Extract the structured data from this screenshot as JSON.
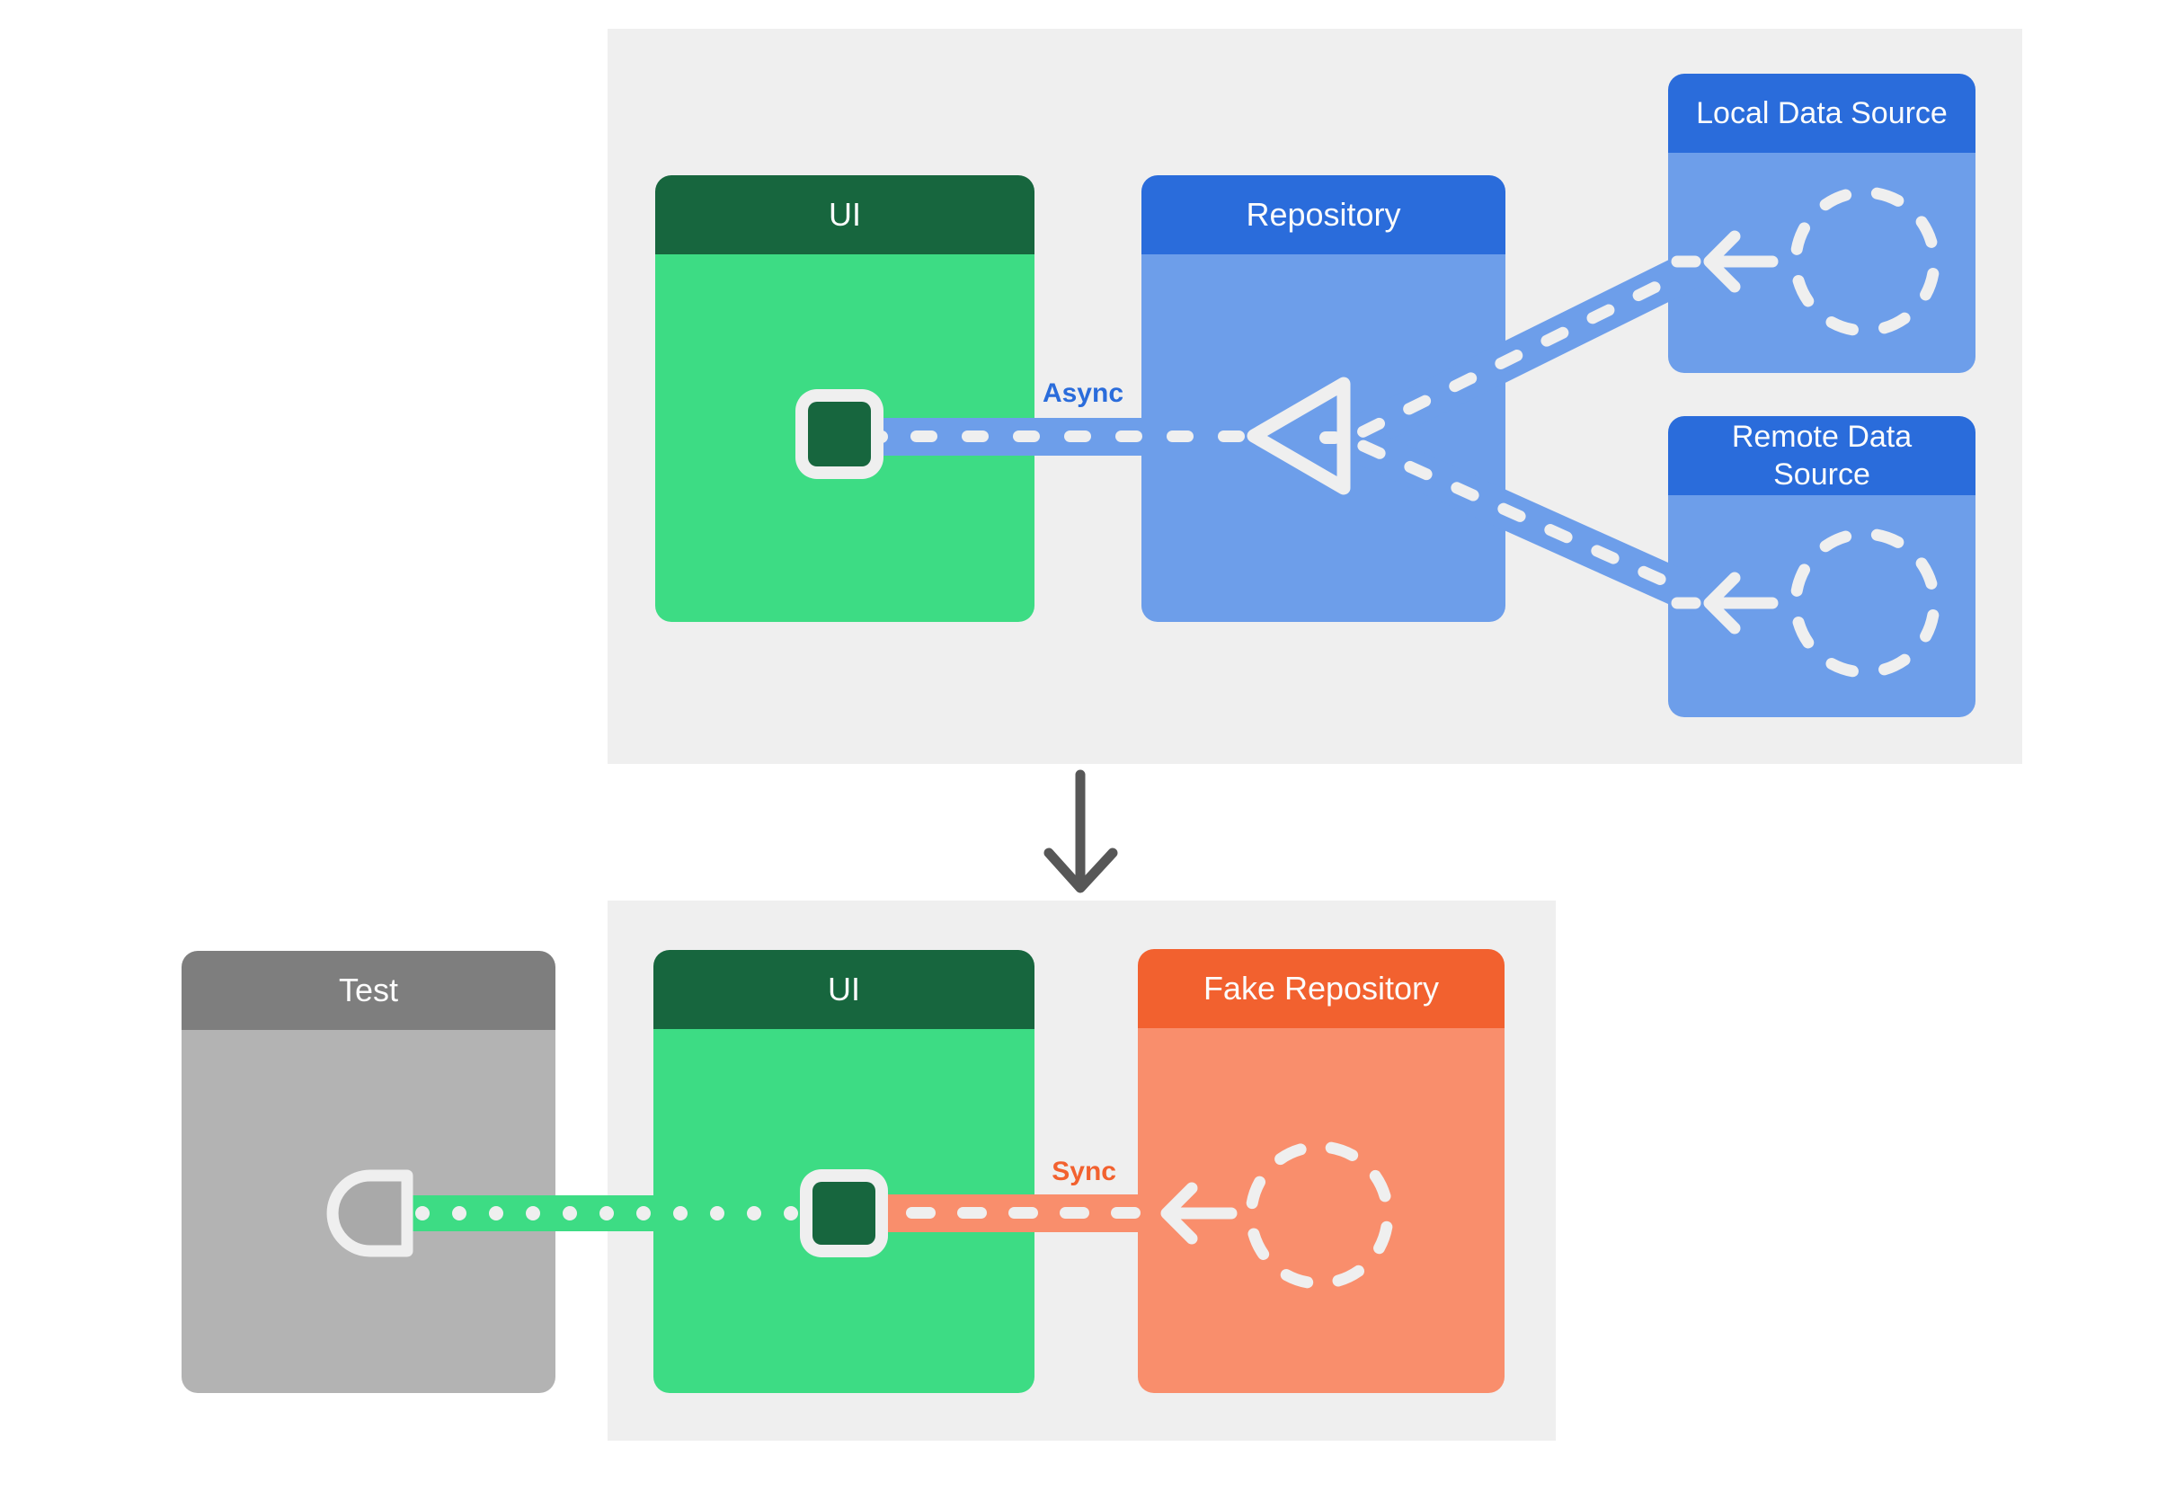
{
  "title": "Repository testing with fake repository diagram",
  "colors": {
    "green-header": "#17663E",
    "green-body": "#3DDC84",
    "blue-header": "#2A6CDB",
    "blue-body": "#6D9EEA",
    "gray-header": "#7E7E7E",
    "gray-body": "#B3B3B3",
    "socket-inner": "#A9A9A9",
    "orange-header": "#F2612F",
    "orange-body": "#F98E6C",
    "panel": "#EFEFEF",
    "offwhite": "#EFEFEF",
    "text-white": "#FCFCFC",
    "arrow-gray": "#575757",
    "page-bg": "#FFFFFF"
  },
  "top_flow": {
    "ui_box": {
      "title": "UI"
    },
    "repository_box": {
      "title": "Repository"
    },
    "local_data_source_box": {
      "title": "Local Data Source"
    },
    "remote_data_source_box": {
      "title": "Remote Data Source"
    },
    "async_label": "Async"
  },
  "bottom_flow": {
    "test_box": {
      "title": "Test"
    },
    "ui_box": {
      "title": "UI"
    },
    "fake_repository_box": {
      "title": "Fake Repository"
    },
    "sync_label": "Sync"
  },
  "icons": {
    "data_source": "dashed-circle-icon",
    "flow_arrow": "arrow-left-icon",
    "merge_point": "triangle-merge-icon",
    "ui_state": "state-square-icon",
    "test_socket": "socket-icon",
    "transition": "down-arrow-icon"
  }
}
